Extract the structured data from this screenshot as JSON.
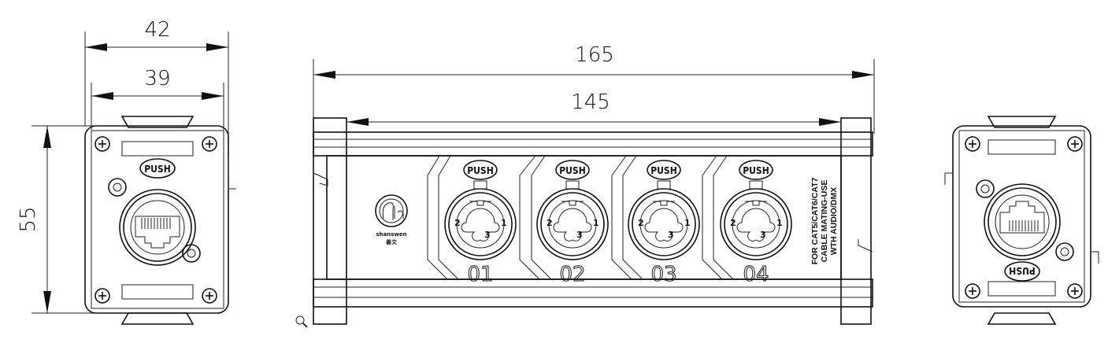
{
  "dimensions": {
    "left_width_outer": "42",
    "left_width_inner": "39",
    "left_height": "55",
    "body_length_outer": "165",
    "body_length_inner": "145"
  },
  "labels": {
    "push": "PUSH",
    "pin1": "1",
    "pin2": "2",
    "pin3": "3",
    "channels": [
      "01",
      "02",
      "03",
      "04"
    ],
    "side_text": [
      "FOR CAT5/CAT6/CAT7",
      "CABLE MATING-USE",
      "WTH AUDIO/DMX"
    ]
  },
  "logo": {
    "text": "shanswen",
    "sub": "善文"
  },
  "icons": {
    "zoom": "magnifier-icon"
  },
  "colors": {
    "line": "#111111",
    "background": "#ffffff"
  }
}
